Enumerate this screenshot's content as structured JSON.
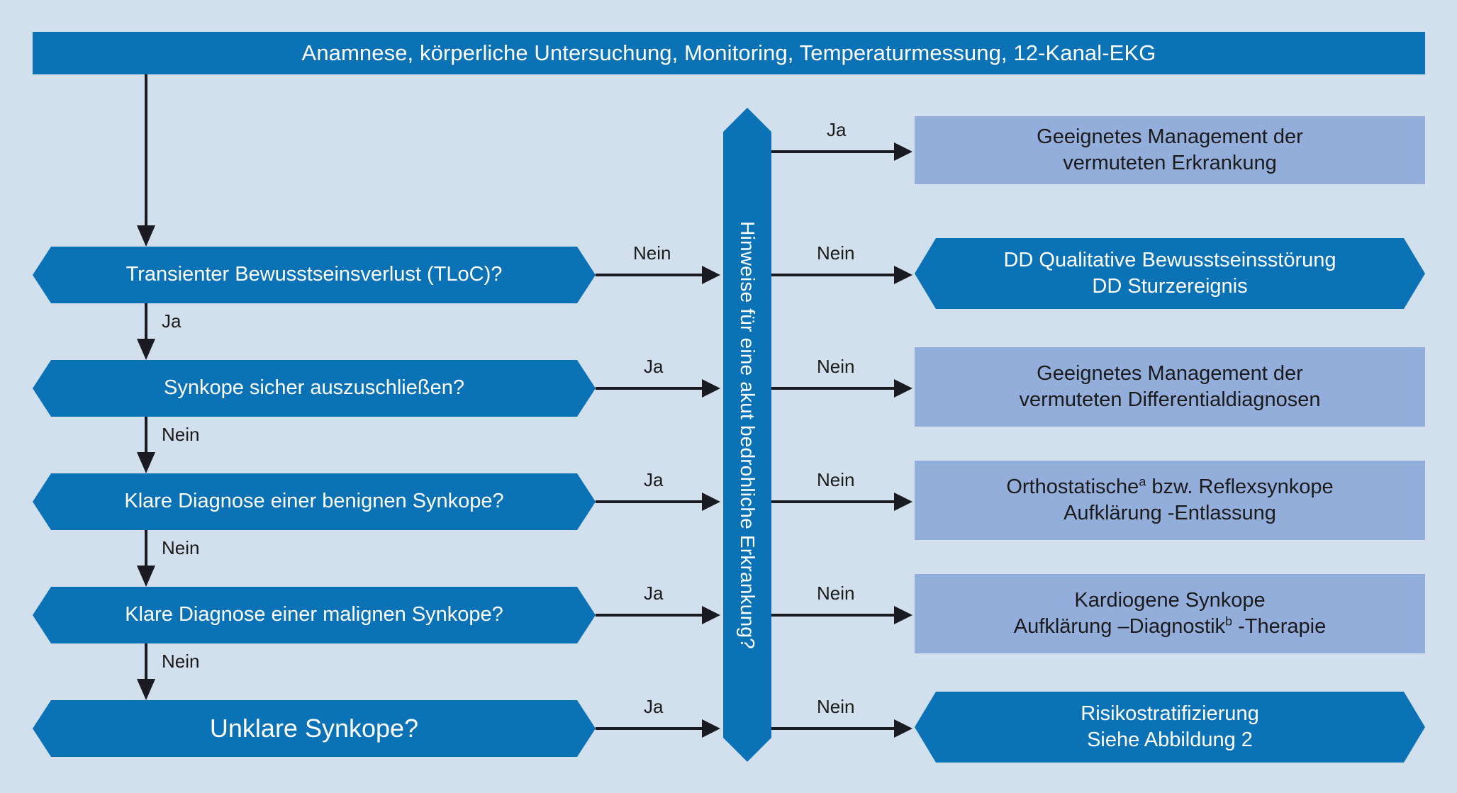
{
  "figure": {
    "title": "Anamnese, körperliche Untersuchung, Monitoring, Temperaturmessung, 12-Kanal-EKG",
    "colors": {
      "background": "#d1e0ec",
      "primary_blue": "#0b72b5",
      "secondary_blue": "#94aedc",
      "connector": "#1a1a22",
      "text_on_primary": "#ffffff",
      "text_on_secondary": "#1b1b1b"
    }
  },
  "banner": {
    "label": "Anamnese, körperliche Untersuchung, Monitoring, Temperaturmessung, 12-Kanal-EKG"
  },
  "gate": {
    "label": "Hinweise für eine akut  bedrohliche Erkrankung?"
  },
  "decisions": [
    {
      "id": "tloc",
      "label": "Transienter Bewusstseinsverlust (TLoC)?"
    },
    {
      "id": "ausschl",
      "label": "Synkope sicher auszuschließen?"
    },
    {
      "id": "benigne",
      "label": "Klare Diagnose einer benignen Synkope?"
    },
    {
      "id": "maligne",
      "label": "Klare Diagnose einer malignen Synkope?"
    },
    {
      "id": "unklar",
      "label": "Unklare Synkope?"
    }
  ],
  "outcomes": [
    {
      "id": "management-erkrankung",
      "style": "rect",
      "line1": "Geeignetes Management der",
      "line2": "vermuteten Erkrankung"
    },
    {
      "id": "dd-qualitativ",
      "style": "hex",
      "line1": "DD Qualitative Bewusstseinsstörung",
      "line2": "DD Sturzereignis"
    },
    {
      "id": "management-differentialdiagnosen",
      "style": "rect",
      "line1": "Geeignetes Management der",
      "line2": "vermuteten Differentialdiagnosen"
    },
    {
      "id": "orthostatische-reflexsynkope",
      "style": "rect",
      "line1_pre": "Orthostatische",
      "line1_sup": "a",
      "line1_post": " bzw. Reflexsynkope",
      "line2": "Aufklärung -Entlassung"
    },
    {
      "id": "kardiogene-synkope",
      "style": "rect",
      "line1": "Kardiogene Synkope",
      "line2_pre": "Aufklärung –Diagnostik",
      "line2_sup": "b",
      "line2_post": " -Therapie"
    },
    {
      "id": "risikostratifizierung",
      "style": "hex",
      "line1": "Risikostratifizierung",
      "line2": "Siehe Abbildung 2"
    }
  ],
  "edge_labels": {
    "ja": "Ja",
    "nein": "Nein",
    "vertical": [
      "Ja",
      "Nein",
      "Nein",
      "Nein"
    ],
    "left_to_gate": [
      "Nein",
      "Ja",
      "Ja",
      "Ja",
      "Ja"
    ],
    "gate_to_outcome_top": "Ja",
    "gate_to_outcome": [
      "Nein",
      "Nein",
      "Nein",
      "Nein",
      "Nein"
    ]
  }
}
